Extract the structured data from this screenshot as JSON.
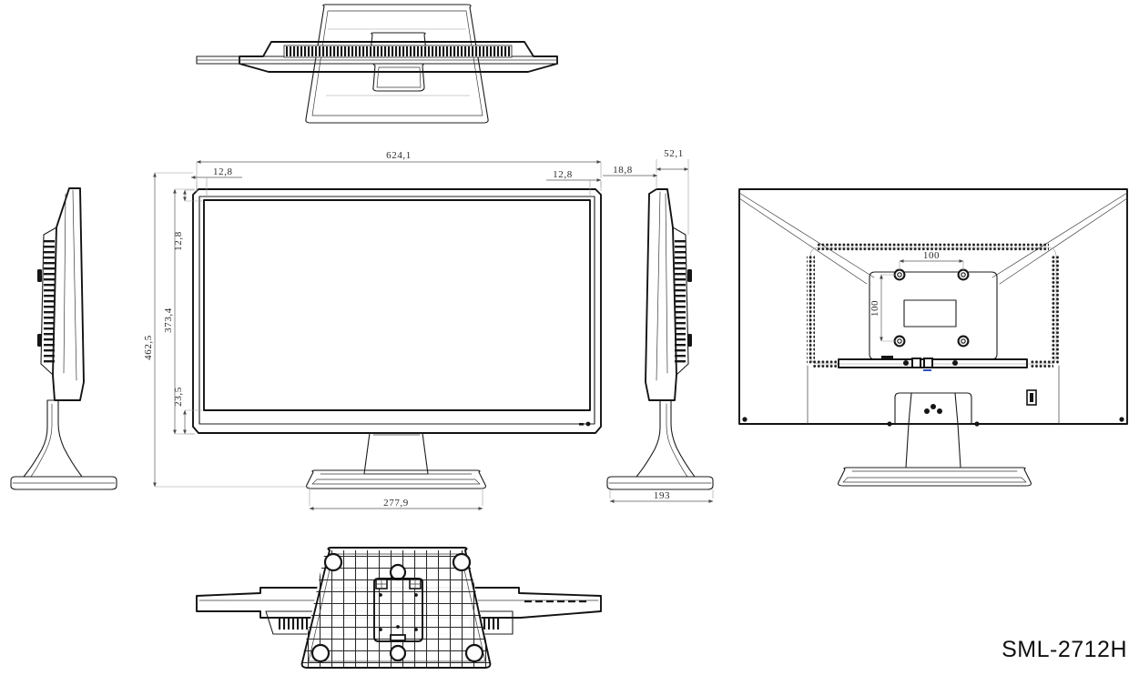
{
  "document": {
    "type": "engineering-drawing",
    "subject": "LCD monitor six-view orthographic dimensional drawing",
    "model_number": "SML-2712H",
    "background_color": "#ffffff",
    "line_color": "#1c1c1c",
    "dimension_color": "#5a5a5a",
    "accent_color": "#2b4fc8",
    "units_note": "millimetres, decimal comma"
  },
  "views": {
    "top": {
      "name": "Top view",
      "features": [
        "rear vent strip",
        "stand hinge",
        "base plate outline"
      ]
    },
    "front": {
      "name": "Front view",
      "features": [
        "display panel",
        "thin bezel",
        "chamfered corners",
        "led-indicator",
        "power-button",
        "stand neck",
        "stand base"
      ]
    },
    "left_side": {
      "name": "Left side view",
      "features": [
        "tilted panel",
        "vent slats",
        "side buttons",
        "curved stand column",
        "stand foot"
      ]
    },
    "right_side": {
      "name": "Right side view",
      "features": [
        "tilted panel",
        "vent slats",
        "side buttons",
        "curved stand column",
        "stand foot"
      ]
    },
    "rear": {
      "name": "Rear view",
      "features": [
        "corner chamfer lines",
        "perforated vent border",
        "vesa plate",
        "vesa screws",
        "io-ports",
        "power-switch",
        "stand neck screws",
        "stand base"
      ]
    },
    "bottom": {
      "name": "Bottom view",
      "features": [
        "grid ribbed base",
        "corner feet",
        "mounting plate",
        "cable channel",
        "side vents"
      ]
    }
  },
  "dimensions": {
    "overall_width": {
      "value": "624,1",
      "view": "front",
      "axis": "horizontal"
    },
    "bezel_left": {
      "value": "12,8",
      "view": "front",
      "axis": "horizontal"
    },
    "bezel_right": {
      "value": "12,8",
      "view": "front",
      "axis": "horizontal"
    },
    "bezel_top": {
      "value": "12,8",
      "view": "front",
      "axis": "vertical"
    },
    "bezel_bottom": {
      "value": "23,5",
      "view": "front",
      "axis": "vertical"
    },
    "active_area_height": {
      "value": "373,4",
      "view": "front",
      "axis": "vertical"
    },
    "overall_height": {
      "value": "462,5",
      "view": "front",
      "axis": "vertical"
    },
    "base_width": {
      "value": "277,9",
      "view": "front",
      "axis": "horizontal"
    },
    "panel_offset": {
      "value": "18,8",
      "view": "side",
      "axis": "horizontal"
    },
    "panel_depth": {
      "value": "52,1",
      "view": "side",
      "axis": "horizontal"
    },
    "base_depth": {
      "value": "193",
      "view": "side",
      "axis": "horizontal"
    },
    "vesa_horizontal": {
      "value": "100",
      "view": "rear",
      "axis": "horizontal"
    },
    "vesa_vertical": {
      "value": "100",
      "view": "rear",
      "axis": "vertical"
    }
  },
  "title_block": {
    "model_label": "SML-2712H"
  }
}
